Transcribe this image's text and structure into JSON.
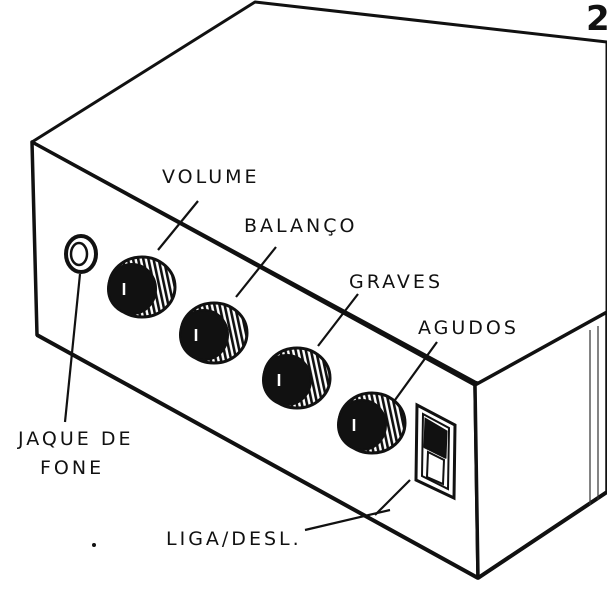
{
  "figure": {
    "corner_number": "2",
    "labels": {
      "volume": "VOLUME",
      "balanco": "BALANÇO",
      "graves": "GRAVES",
      "agudos": "AGUDOS",
      "jaque_line1": "JAQUE DE",
      "jaque_line2": "FONE",
      "liga": "LIGA/DESL."
    },
    "knobs": [
      "volume",
      "balanco",
      "graves",
      "agudos"
    ]
  },
  "colors": {
    "ink": "#111111",
    "paper": "#ffffff"
  }
}
